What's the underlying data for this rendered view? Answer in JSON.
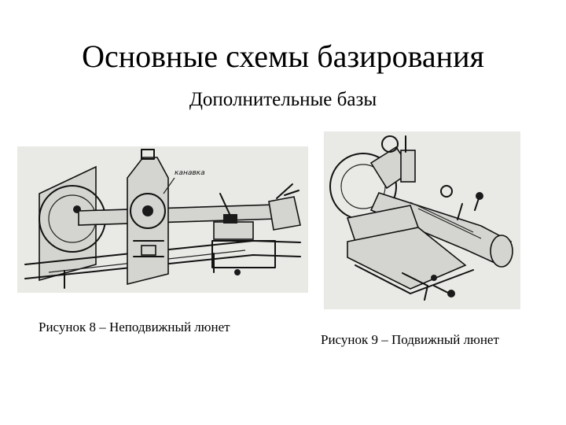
{
  "slide": {
    "title": "Основные схемы базирования",
    "subtitle": "Дополнительные базы"
  },
  "figures": [
    {
      "caption": "Рисунок 8 – Неподвижный люнет",
      "annotation": "канавка"
    },
    {
      "caption": "Рисунок 9 – Подвижный люнет"
    }
  ]
}
